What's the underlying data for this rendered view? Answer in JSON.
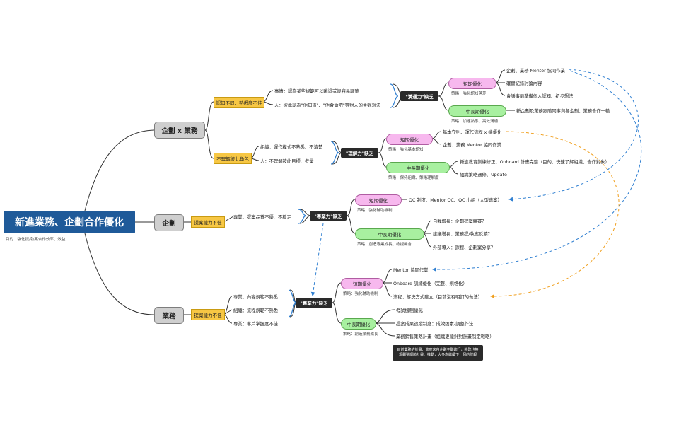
{
  "root": {
    "title": "新進業務、企劃合作優化",
    "goal": "目的：強化提/執案合作效率、效益"
  },
  "branches": {
    "b1": {
      "label": "企劃 x 業務"
    },
    "b2": {
      "label": "企劃"
    },
    "b3": {
      "label": "業務"
    }
  },
  "issues": {
    "i1": "認知不同、熟悉度不佳",
    "i2": "不理解彼此角色",
    "i3": "提案能力不佳",
    "i4": "提案能力不佳"
  },
  "details": {
    "d1": "事情：認為某些規範可以跳過或很容易調整",
    "d2": "人：彼此認為\"他知道\"、\"他會做吧\"等對人的主觀想法",
    "d3": "組織：運作模式不熟悉、不清楚",
    "d4": "人：不理解彼此目標、考量",
    "d5": "專業：提案品質不優、不穩定",
    "d6": "專業：內容規範不熟悉",
    "d7": "組織：流程規範不熟悉",
    "d8": "專業：客戶掌握度不佳"
  },
  "gaps": {
    "g1": "\"溝通力\"缺乏",
    "g2": "\"理解力\"缺乏",
    "g3": "\"專業力\"缺乏",
    "g4": "\"專業力\"缺乏"
  },
  "plans": {
    "p1": {
      "label": "短期優化",
      "strategy": "策略：強化認知落差"
    },
    "p2": {
      "label": "中長期優化",
      "strategy": "策略：加速熟悉、高效溝通"
    },
    "p3": {
      "label": "短期優化",
      "strategy": "策略：強化基本認知"
    },
    "p4": {
      "label": "中長期優化",
      "strategy": "策略：保持組織、策略理解度"
    },
    "p5": {
      "label": "短期優化",
      "strategy": "策略：強化輔助機制"
    },
    "p6": {
      "label": "中長期優化",
      "strategy": "策略：創造專業成長、檢視機會"
    },
    "p7": {
      "label": "短期優化",
      "strategy": "策略：強化輔助機制"
    },
    "p8": {
      "label": "中長期優化",
      "strategy": "策略：創造業務成長"
    }
  },
  "actions": {
    "a1": "企劃、業務 Mentor 協同作業",
    "a2": "確實紀錄討論內容",
    "a3": "會議事前準備個人認知、初步想法",
    "a4": "新企劃及業務跟隨同事與各企劃、業務合作一輪",
    "a5": "基本守則、運作流程 x 機優化",
    "a6": "企劃、業務 Mentor 協同作業",
    "a7": "新進教育訓練修正：Onboard 計畫完整（目的：快速了解組織、合作對象）",
    "a8": "組織策略週修、Update",
    "a9": "QC 制度：Mentor QC、QC 小組（大型專案）",
    "a10": "自我增長：企劃提案競賽？",
    "a11": "建議增長：業務提/執案反饋？",
    "a12": "外部導入：課程、企劃案分享？",
    "a13": "Mentor 協同作業",
    "a14": "Onboard 訓練優化（完整、規格化）",
    "a15": "流程、解決方式建立（目前沒有明訂的做法）",
    "a16": "考試機制優化",
    "a17": "提案成果追蹤制度：成效因素-調整作法",
    "a18": "業務銷售策略計畫（組織更能針對計畫制定戰略）"
  },
  "note": {
    "line1": "目前業務的計畫、進度來自企劃主動進行，將既也無",
    "line2": "規劃整調節計畫、推動，大多為繼續下一個的財報"
  },
  "colors": {
    "root": "#1f5a99",
    "issue": "#f7c744",
    "gap": "#2a2a2a",
    "short_term": "#f7b8ee",
    "long_term": "#a8f0a0",
    "link_blue": "#2f7fd1",
    "link_orange": "#f0a020"
  }
}
